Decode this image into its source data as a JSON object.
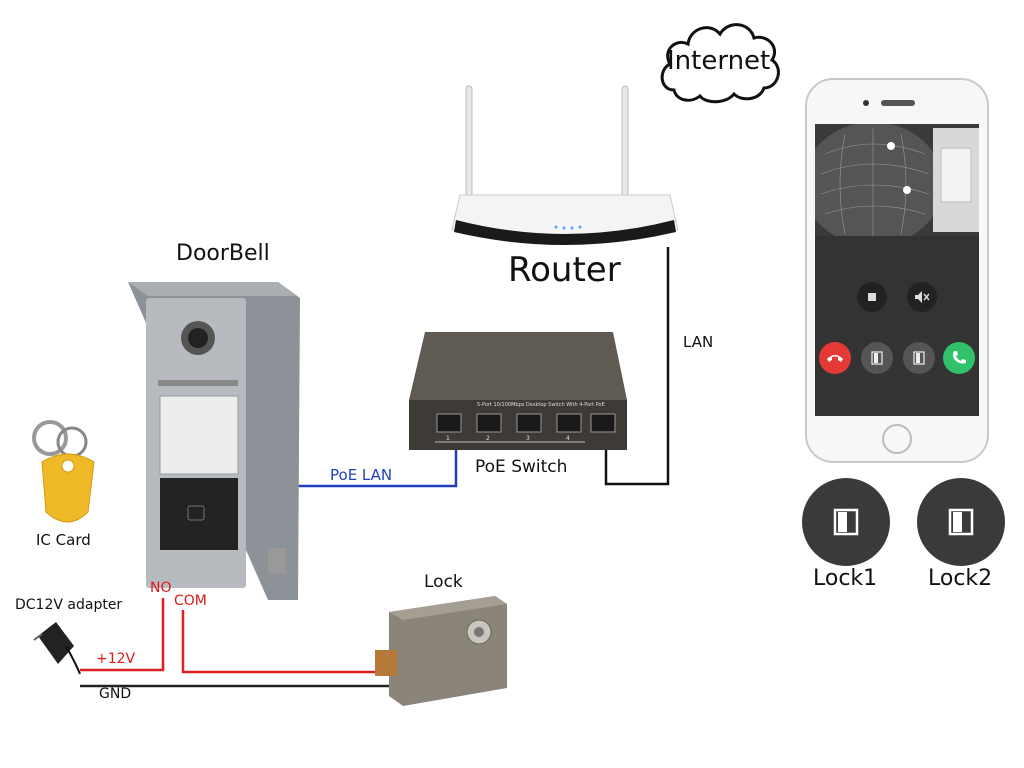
{
  "labels": {
    "internet": "Internet",
    "router": "Router",
    "lan": "LAN",
    "doorbell": "DoorBell",
    "poe_lan": "PoE LAN",
    "poe_switch": "PoE Switch",
    "ic_card": "IC Card",
    "dc12v_adapter": "DC12V adapter",
    "no": "NO",
    "com": "COM",
    "plus12v": "+12V",
    "gnd": "GND",
    "lock": "Lock",
    "lock1": "Lock1",
    "lock2": "Lock2"
  },
  "switch_panel_text": "5-Port 10/100Mbps Desktop Switch With 4-Port PoE",
  "switch_port_numbers": [
    "1",
    "2",
    "3",
    "4"
  ],
  "colors": {
    "poe_lan_wire": "#1f3fbf",
    "power_wire": "#e02020",
    "gnd_wire": "#222222",
    "label_red": "#d81b1b",
    "label_blue": "#1f3fbf"
  },
  "icons": {
    "hangup": "phone-hangup-icon",
    "answer": "phone-answer-icon",
    "door1": "door-icon",
    "door2": "door-icon",
    "stop": "stop-icon",
    "mute": "speaker-mute-icon"
  }
}
